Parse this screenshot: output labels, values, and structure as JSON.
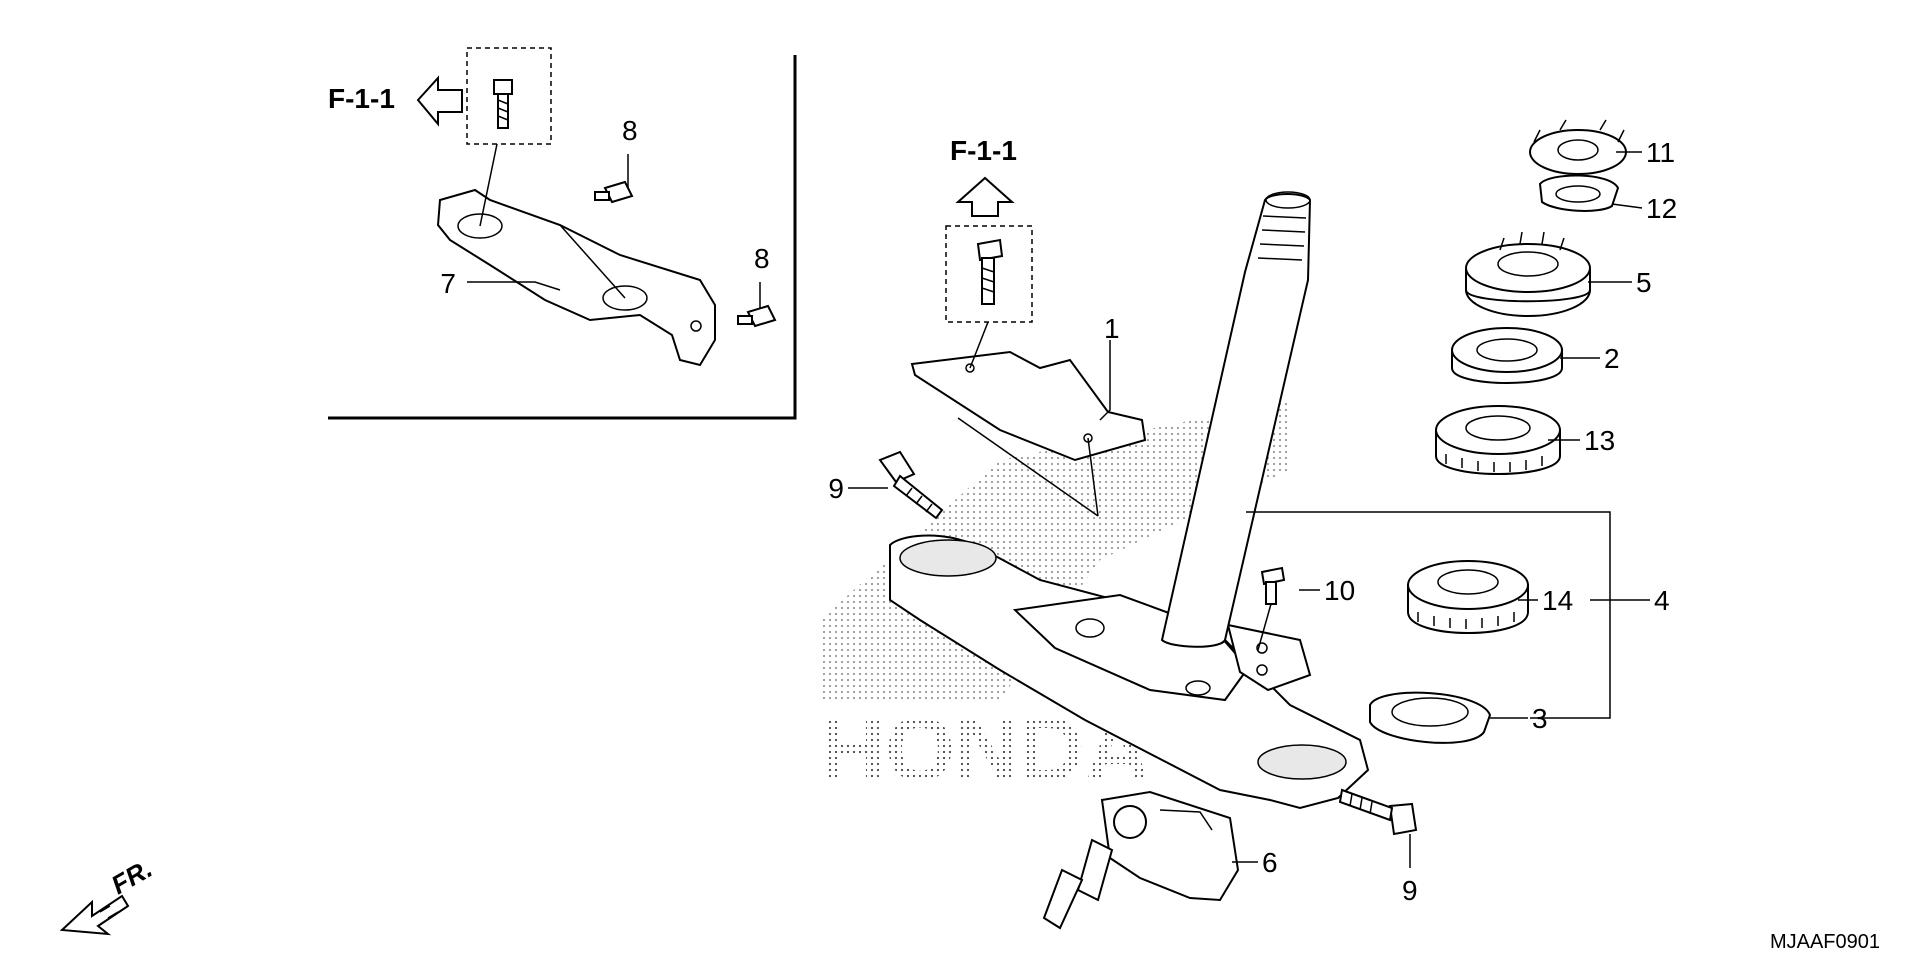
{
  "ref_labels": [
    "F-1-1",
    "F-1-1"
  ],
  "callouts": {
    "c1": "1",
    "c2": "2",
    "c3": "3",
    "c4": "4",
    "c5": "5",
    "c6": "6",
    "c7": "7",
    "c8a": "8",
    "c8b": "8",
    "c9a": "9",
    "c9b": "9",
    "c10": "10",
    "c11": "11",
    "c12": "12",
    "c13": "13",
    "c14": "14"
  },
  "front_label": "FR.",
  "diagram_code": "MJAAF0901",
  "watermark": "HONDA"
}
